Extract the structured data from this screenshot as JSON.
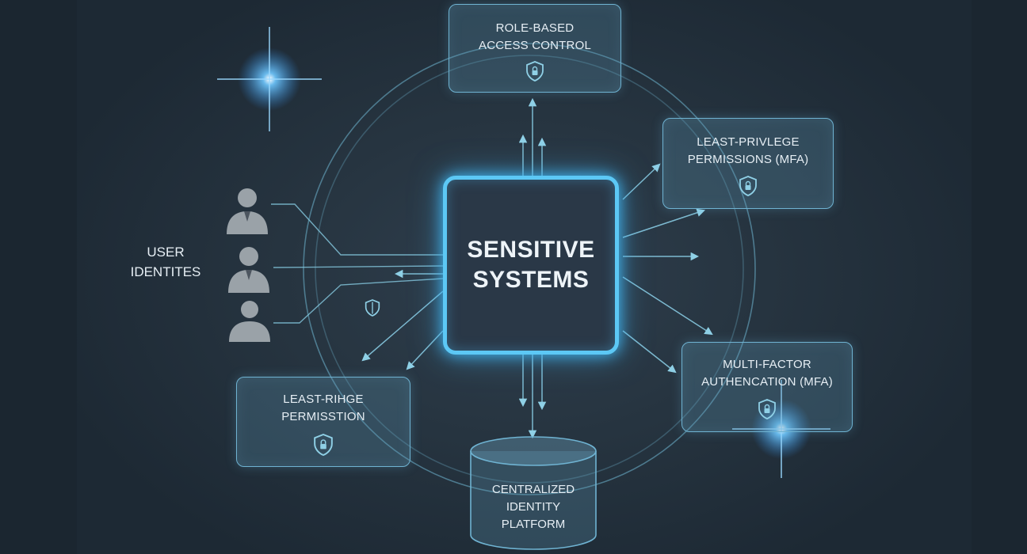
{
  "center": {
    "line1": "SENSITIVE",
    "line2": "SYSTEMS"
  },
  "users": {
    "line1": "USER",
    "line2": "IDENTITES"
  },
  "boxes": {
    "rbac": {
      "line1": "ROLE-BASED",
      "line2": "ACCESS CONTROL"
    },
    "least_top": {
      "line1": "LEAST-PRIVLEGE",
      "line2": "PERMISSIONS (MFA)"
    },
    "mfa": {
      "line1": "MULTI-FACTOR",
      "line2": "AUTHENCATION (MFA)"
    },
    "least_left": {
      "line1": "LEAST-RIHGE",
      "line2": "PERMISSTION"
    }
  },
  "platform": {
    "line1": "CENTRALIZED",
    "line2": "IDENTITY",
    "line3": "PLATFORM"
  },
  "icons": {
    "shield": "shield-icon",
    "person": "person-icon",
    "database": "database-cylinder-icon"
  },
  "colors": {
    "background": "#273541",
    "accent_glow": "#5cc8f5",
    "line": "#7cc3dc",
    "box_border": "#6fb3d2",
    "person": "#9aa2a8"
  }
}
